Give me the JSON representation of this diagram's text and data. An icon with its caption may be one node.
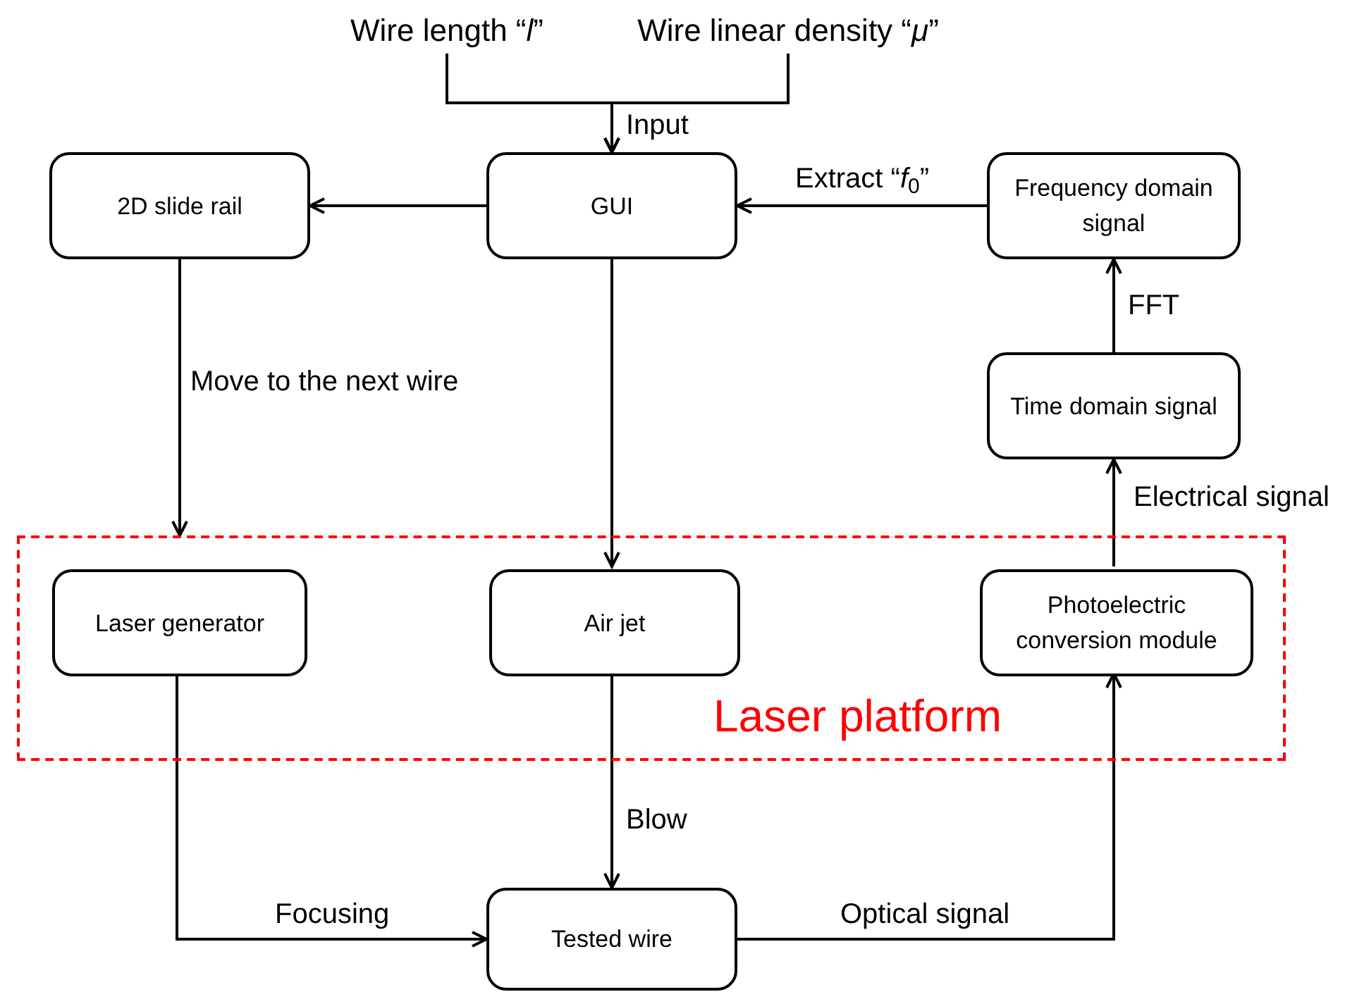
{
  "diagram": {
    "nodes": [
      {
        "text": [
          "Wire length “*l*”"
        ]
      },
      {
        "text": [
          "Wire linear density “*μ*”"
        ]
      },
      {
        "text": [
          "2D slide rail"
        ]
      },
      {
        "text": [
          "GUI"
        ]
      },
      {
        "text": [
          "Frequency domain signal"
        ]
      },
      {
        "text": [
          "Time domain signal"
        ]
      },
      {
        "text": [
          "Laser platform"
        ]
      },
      {
        "text": [
          "Laser generator"
        ],
        "in": 6
      },
      {
        "text": [
          "Air jet"
        ],
        "in": 6
      },
      {
        "text": [
          "Photoelectric conversion module"
        ],
        "in": 6
      },
      {
        "text": [
          "Tested wire"
        ]
      }
    ],
    "edges": [
      {
        "from": 0,
        "to": 3,
        "arrow": "to",
        "label": "Input"
      },
      {
        "from": 1,
        "to": 3,
        "arrow": "to"
      },
      {
        "from": 3,
        "to": 2,
        "arrow": "to"
      },
      {
        "from": 4,
        "to": 3,
        "arrow": "to",
        "label": "Extract “*f*$_{0}$”"
      },
      {
        "from": 5,
        "to": 4,
        "arrow": "to",
        "label": "FFT"
      },
      {
        "from": 9,
        "to": 5,
        "arrow": "to",
        "label": "Electrical signal"
      },
      {
        "from": 2,
        "to": 6,
        "arrow": "to",
        "label": "Move to the next wire"
      },
      {
        "from": 3,
        "to": 8,
        "arrow": "to"
      },
      {
        "from": 7,
        "to": 10,
        "arrow": "to",
        "label": "Focusing"
      },
      {
        "from": 8,
        "to": 10,
        "arrow": "to",
        "label": "Blow"
      },
      {
        "from": 10,
        "to": 9,
        "arrow": "to",
        "label": "Optical signal"
      }
    ]
  }
}
